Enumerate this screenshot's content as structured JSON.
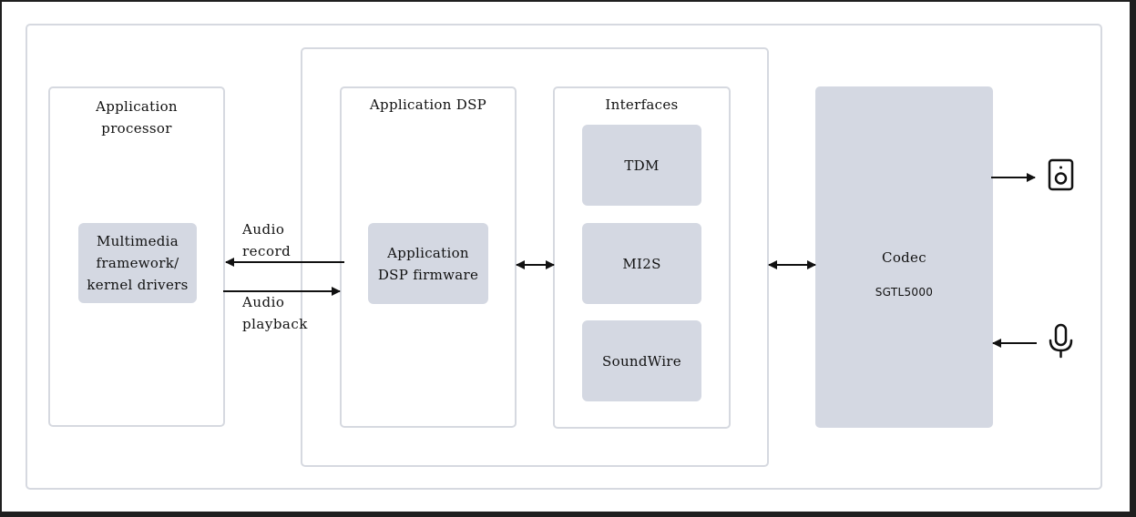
{
  "app_processor": {
    "title": "Application\nprocessor",
    "framework": "Multimedia\nframework/\nkernel drivers"
  },
  "app_dsp": {
    "title": "Application DSP",
    "firmware": "Application\nDSP firmware"
  },
  "interfaces": {
    "title": "Interfaces",
    "items": [
      "TDM",
      "MI2S",
      "SoundWire"
    ]
  },
  "codec": {
    "name": "Codec",
    "part": "SGTL5000"
  },
  "links": {
    "audio_record": "Audio\nrecord",
    "audio_playback": "Audio\nplayback"
  },
  "icons": {
    "output": "speaker-icon",
    "input": "microphone-icon"
  }
}
